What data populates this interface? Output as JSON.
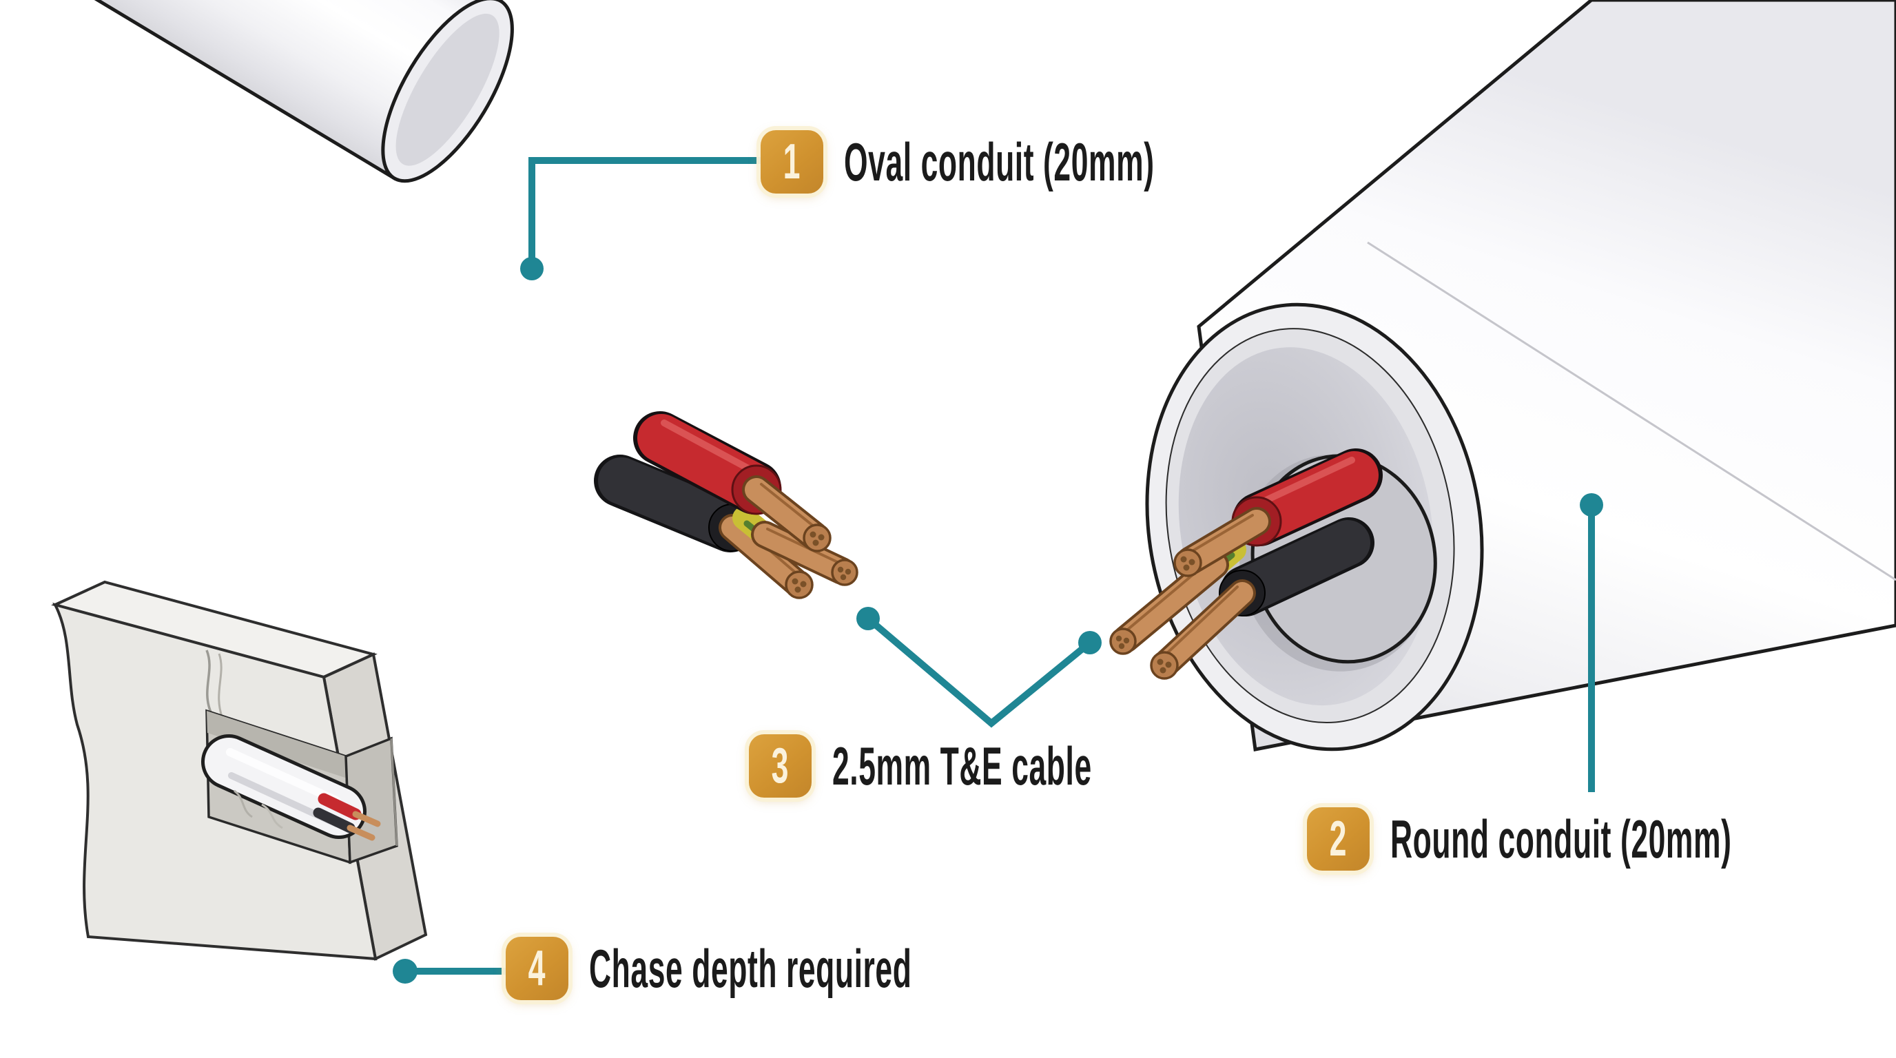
{
  "diagram": {
    "type": "labelled-illustration",
    "subject": "electrical-conduit-and-cable-diagram",
    "background_color": "#FFFFFF",
    "colors": {
      "accent_teal": "#1F8694",
      "badge_amber": "#D0922F",
      "badge_number": "#FBF2DC",
      "label_text": "#1B1B1B",
      "conduit_white": "#F4F4F6",
      "conduit_outline": "#1C1C1C",
      "cable_sheath_grey": "#C6C6CC",
      "live_wire_red": "#C62A2F",
      "neutral_wire_black": "#313136",
      "earth_sleeve_yellow": "#C9BF35",
      "copper": "#C88E5C",
      "wall_grey": "#E9E8E4"
    },
    "callouts": [
      {
        "number": "1",
        "label": "Oval conduit (20mm)"
      },
      {
        "number": "2",
        "label": "Round conduit (20mm)"
      },
      {
        "number": "3",
        "label": "2.5mm T&E cable"
      },
      {
        "number": "4",
        "label": "Chase depth required"
      }
    ],
    "illustrations": [
      {
        "name": "oval-conduit",
        "caption_ref": "1"
      },
      {
        "name": "round-conduit",
        "caption_ref": "2"
      },
      {
        "name": "twin-and-earth-cable",
        "caption_ref": "3"
      },
      {
        "name": "wall-chase-cross-section",
        "caption_ref": "4"
      }
    ]
  }
}
